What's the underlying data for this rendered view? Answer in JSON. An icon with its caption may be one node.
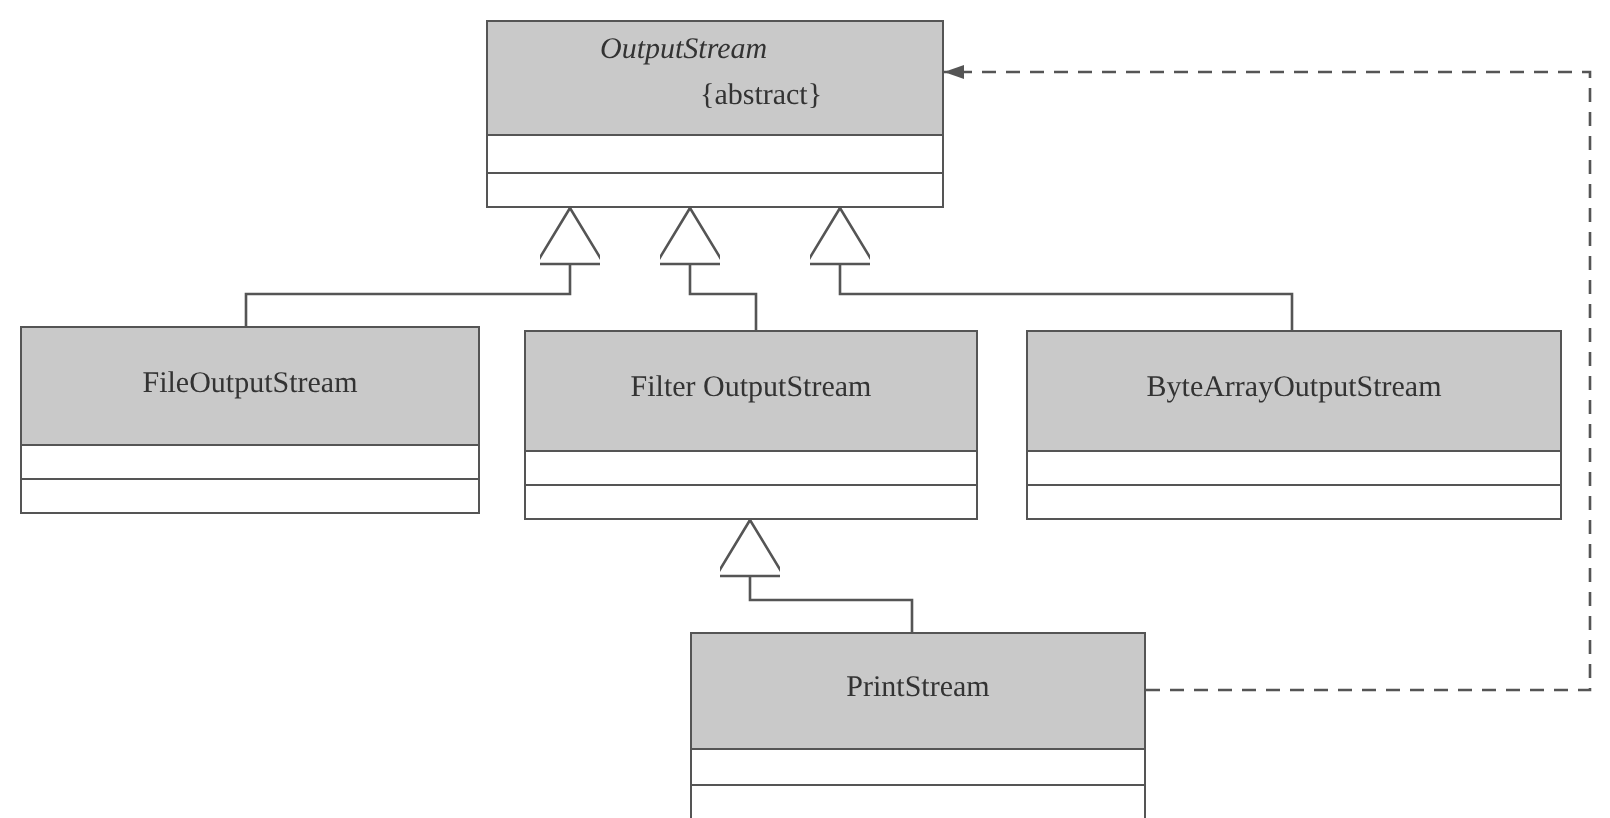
{
  "diagram": {
    "nodes": [
      {
        "text": [
          "OutputStream",
          "{abstract}"
        ]
      },
      {
        "text": [
          "FileOutputStream"
        ]
      },
      {
        "text": [
          "Filter OutputStream"
        ]
      },
      {
        "text": [
          "ByteArrayOutputStream"
        ]
      },
      {
        "text": [
          "PrintStream"
        ]
      }
    ],
    "edges": [
      {
        "from": 1,
        "to": 0,
        "arrow": "to"
      },
      {
        "from": 2,
        "to": 0,
        "arrow": "to"
      },
      {
        "from": 3,
        "to": 0,
        "arrow": "to"
      },
      {
        "from": 4,
        "to": 2,
        "arrow": "to"
      },
      {
        "from": 4,
        "to": 0,
        "arrow": "to",
        "style": "dashed"
      }
    ]
  }
}
